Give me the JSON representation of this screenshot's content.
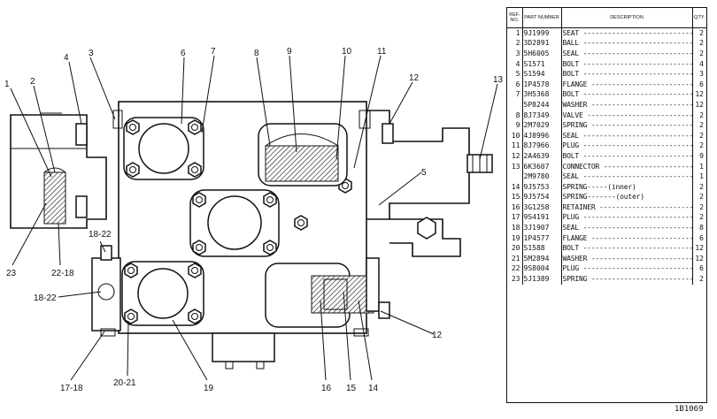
{
  "callouts": {
    "c1": "1",
    "c2": "2",
    "c3": "3",
    "c4": "4",
    "c5": "5",
    "c6": "6",
    "c7": "7",
    "c8": "8",
    "c9": "9",
    "c10": "10",
    "c11": "11",
    "c12a": "12",
    "c12b": "12",
    "c13": "13",
    "c14": "14",
    "c15": "15",
    "c16": "16",
    "c17_18": "17-18",
    "c18_22a": "18-22",
    "c18_22b": "18-22",
    "c19": "19",
    "c20_21": "20-21",
    "c22_18": "22-18",
    "c23": "23"
  },
  "table": {
    "header": {
      "ref": "REF. NO.",
      "part": "PART NUMBER",
      "desc": "DESCRIPTION",
      "qty": "QTY."
    },
    "rows": [
      {
        "ref": "1",
        "part": "9J1999",
        "desc": "SEAT",
        "qty": "2"
      },
      {
        "ref": "2",
        "part": "3D2891",
        "desc": "BALL",
        "qty": "2"
      },
      {
        "ref": "3",
        "part": "5H6005",
        "desc": "SEAL",
        "qty": "2"
      },
      {
        "ref": "4",
        "part": "S1571",
        "desc": "BOLT",
        "qty": "4"
      },
      {
        "ref": "5",
        "part": "S1594",
        "desc": "BOLT",
        "qty": "3"
      },
      {
        "ref": "6",
        "part": "1P4578",
        "desc": "FLANGE",
        "qty": "6"
      },
      {
        "ref": "7",
        "part": "3H5368",
        "desc": "BOLT",
        "qty": "12"
      },
      {
        "ref": "",
        "part": "5P8244",
        "desc": "WASHER",
        "qty": "12"
      },
      {
        "ref": "8",
        "part": "8J7349",
        "desc": "VALVE",
        "qty": "2"
      },
      {
        "ref": "9",
        "part": "2M7029",
        "desc": "SPRING",
        "qty": "2"
      },
      {
        "ref": "10",
        "part": "4J8996",
        "desc": "SEAL",
        "qty": "2"
      },
      {
        "ref": "11",
        "part": "8J7966",
        "desc": "PLUG",
        "qty": "2"
      },
      {
        "ref": "12",
        "part": "2A4639",
        "desc": "BOLT",
        "qty": "9"
      },
      {
        "ref": "13",
        "part": "6K3607",
        "desc": "CONNECTOR",
        "qty": "1"
      },
      {
        "ref": "",
        "part": "2M9780",
        "desc": "SEAL",
        "qty": "1"
      },
      {
        "ref": "14",
        "part": "9J5753",
        "desc": "SPRING-----(inner)",
        "qty": "2"
      },
      {
        "ref": "15",
        "part": "9J5754",
        "desc": "SPRING-------(outer)",
        "qty": "2"
      },
      {
        "ref": "16",
        "part": "3G1258",
        "desc": "RETAINER",
        "qty": "2"
      },
      {
        "ref": "17",
        "part": "9S4191",
        "desc": "PLUG",
        "qty": "2"
      },
      {
        "ref": "18",
        "part": "3J1907",
        "desc": "SEAL",
        "qty": "8"
      },
      {
        "ref": "19",
        "part": "1P4577",
        "desc": "FLANGE",
        "qty": "6"
      },
      {
        "ref": "20",
        "part": "S1588",
        "desc": "BOLT",
        "qty": "12"
      },
      {
        "ref": "21",
        "part": "5M2894",
        "desc": "WASHER",
        "qty": "12"
      },
      {
        "ref": "22",
        "part": "9S8004",
        "desc": "PLUG",
        "qty": "6"
      },
      {
        "ref": "23",
        "part": "5J1389",
        "desc": "SPRING",
        "qty": "2"
      }
    ]
  },
  "figure_number": "1B1069"
}
